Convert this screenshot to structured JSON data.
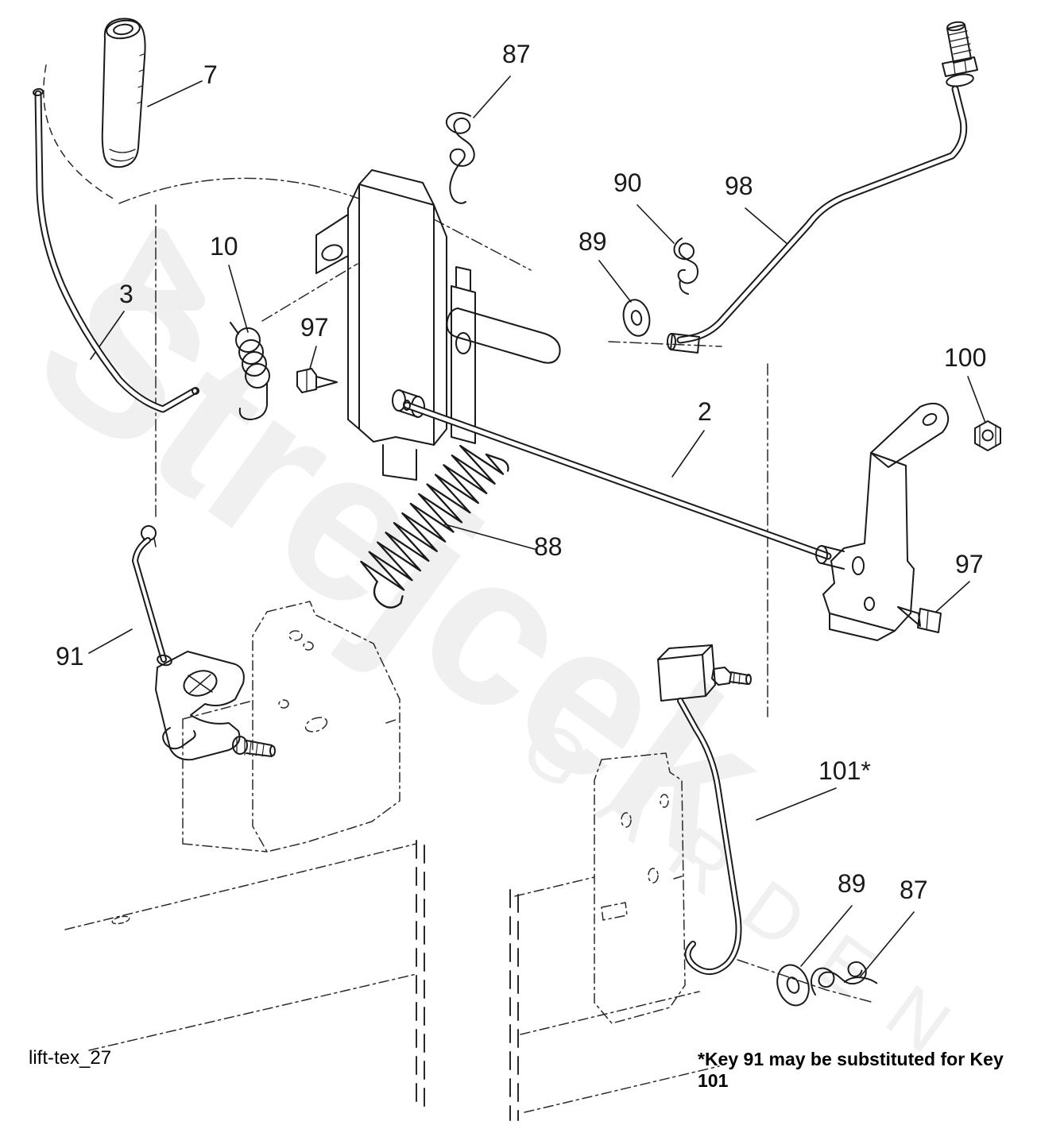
{
  "watermark": {
    "line1": "Strejcek",
    "line2": "GARDEN",
    "color": "#f0f0f0"
  },
  "callouts": [
    {
      "label": "7"
    },
    {
      "label": "87"
    },
    {
      "label": "90"
    },
    {
      "label": "98"
    },
    {
      "label": "89"
    },
    {
      "label": "10"
    },
    {
      "label": "3"
    },
    {
      "label": "97"
    },
    {
      "label": "2"
    },
    {
      "label": "100"
    },
    {
      "label": "88"
    },
    {
      "label": "97"
    },
    {
      "label": "91"
    },
    {
      "label": "101*"
    },
    {
      "label": "89"
    },
    {
      "label": "87"
    }
  ],
  "footer": {
    "left": "lift-tex_27",
    "note": "*Key 91 may be substituted for Key 101"
  },
  "colors": {
    "line": "#1a1a1a",
    "watermark": "#f0f0f0"
  }
}
